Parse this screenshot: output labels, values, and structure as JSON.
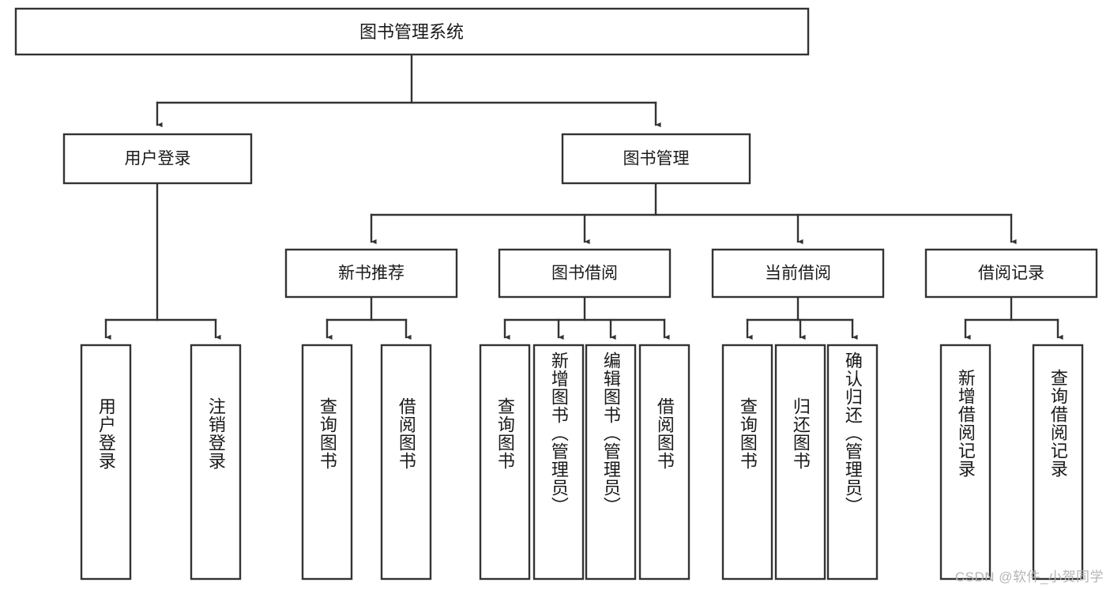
{
  "diagram": {
    "title_node": "图书管理系统",
    "watermark": "CSDN @软件_小贺同学",
    "colors": {
      "stroke": "#333333",
      "fill": "#ffffff",
      "text": "#1a1a1a",
      "watermark": "#b5b5b5"
    },
    "root": {
      "label": "图书管理系统"
    },
    "level1": [
      {
        "label": "用户登录"
      },
      {
        "label": "图书管理"
      }
    ],
    "level2": [
      {
        "label": "新书推荐"
      },
      {
        "label": "图书借阅"
      },
      {
        "label": "当前借阅"
      },
      {
        "label": "借阅记录"
      }
    ],
    "leaves": {
      "user_login": [
        {
          "label": "用户登录"
        },
        {
          "label": "注销登录"
        }
      ],
      "new_book": [
        {
          "label": "查询图书"
        },
        {
          "label": "借阅图书"
        }
      ],
      "book_borrow": [
        {
          "label": "查询图书"
        },
        {
          "label": "新增图书（管理员）"
        },
        {
          "label": "编辑图书（管理员）"
        },
        {
          "label": "借阅图书"
        }
      ],
      "current_borrow": [
        {
          "label": "查询图书"
        },
        {
          "label": "归还图书"
        },
        {
          "label": "确认归还（管理员）"
        }
      ],
      "borrow_record": [
        {
          "label": "新增借阅记录"
        },
        {
          "label": "查询借阅记录"
        }
      ]
    }
  }
}
